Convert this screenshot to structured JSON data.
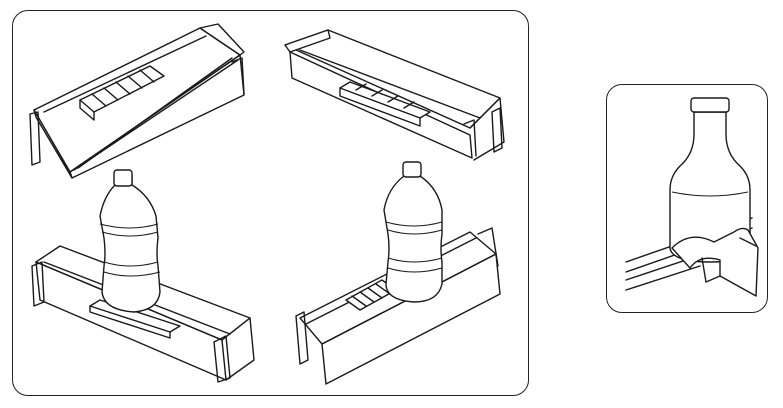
{
  "illustration": {
    "main_panel": {
      "scenes": [
        "empty-door-bin-left",
        "empty-door-bin-right",
        "door-bin-with-bottle-left",
        "door-bin-with-bottle-right"
      ]
    },
    "side_panel": {
      "scene": "bottle-held-by-bin-divider"
    },
    "colors": {
      "stroke": "#1a1a1a",
      "background": "#ffffff"
    }
  }
}
